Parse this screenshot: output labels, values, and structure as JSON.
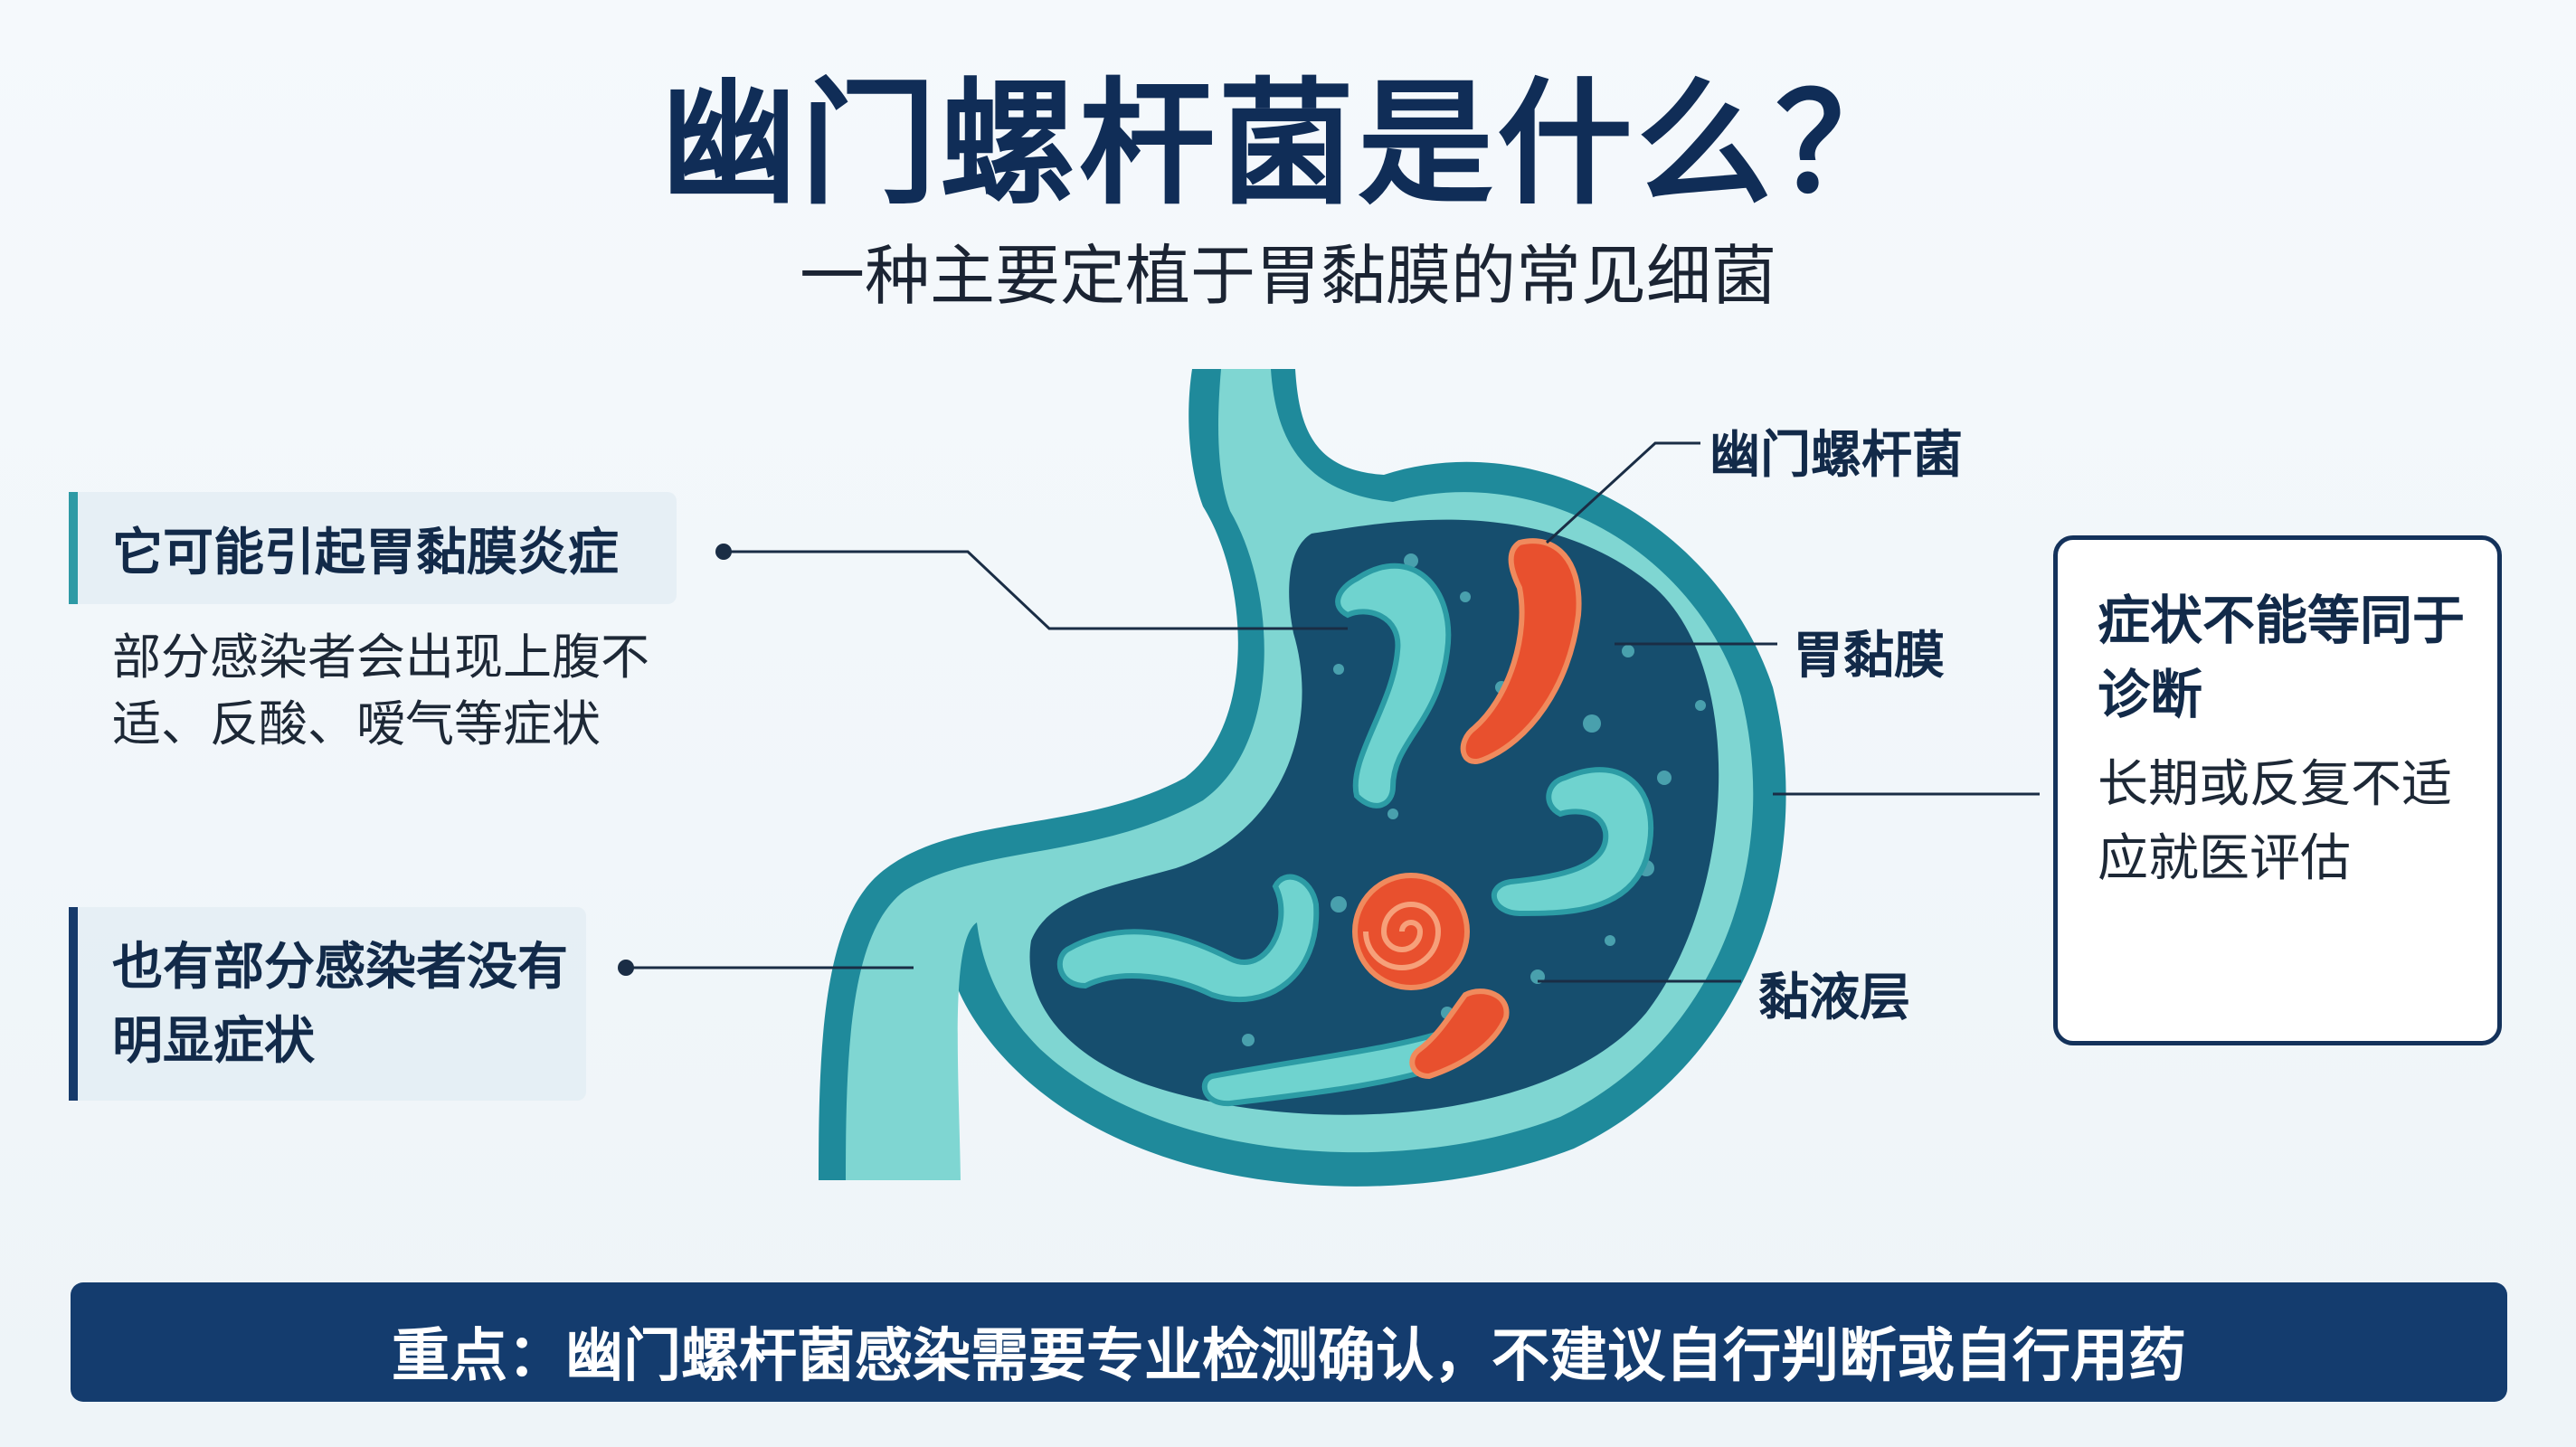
{
  "title": "幽门螺杆菌是什么？",
  "subtitle": "一种主要定植于胃黏膜的常见细菌",
  "callout_left_1": {
    "heading": "它可能引起胃黏膜炎症",
    "detail": "部分感染者会出现上腹不适、反酸、嗳气等症状"
  },
  "callout_left_2": {
    "heading": "也有部分感染者没有明显症状"
  },
  "callout_right": {
    "heading": "症状不能等同于诊断",
    "body": "长期或反复不适应就医评估"
  },
  "labels": {
    "helicobacter": "幽门螺杆菌",
    "mucosa": "胃黏膜",
    "mucus": "黏液层"
  },
  "banner": "重点：幽门螺杆菌感染需要专业检测确认，不建议自行判断或自行用药",
  "colors": {
    "navy": "#143c6e",
    "teal": "#2e9aa5",
    "stomach_outer": "#1f8a9b",
    "stomach_inner": "#164e6e",
    "bacteria_teal": "#6fd3cf",
    "bacteria_orange": "#e8502e"
  }
}
